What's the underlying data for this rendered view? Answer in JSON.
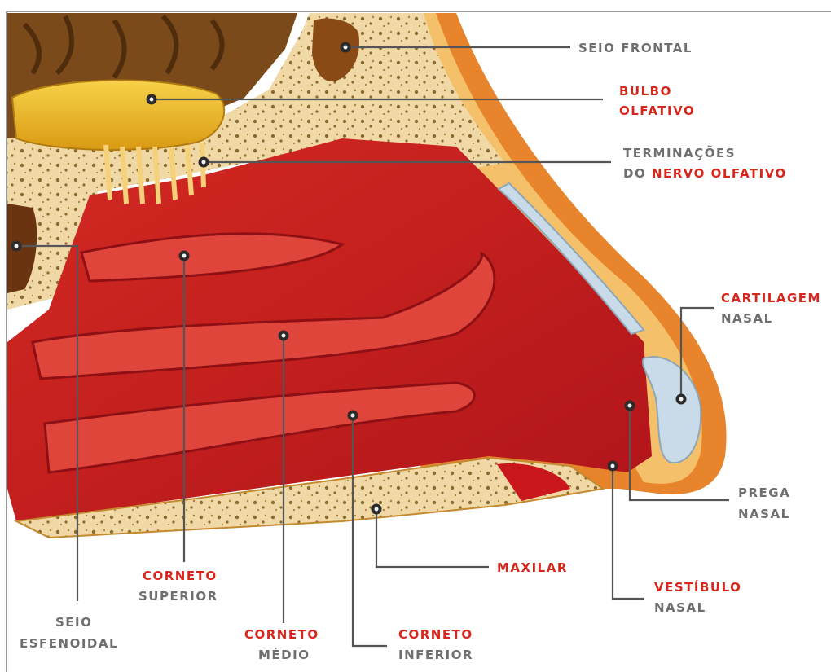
{
  "labels": {
    "seio_frontal": "SEIO FRONTAL",
    "bulbo_l1": "BULBO",
    "bulbo_l2": "OLFATIVO",
    "terminacoes_l1": "TERMINAÇÕES",
    "terminacoes_l2a": "DO ",
    "terminacoes_l2b": "NERVO OLFATIVO",
    "cartilagem_l1": "CARTILAGEM",
    "cartilagem_l2": "NASAL",
    "prega_l1": "PREGA",
    "prega_l2": "NASAL",
    "vestibulo_l1": "VESTÍBULO",
    "vestibulo_l2": "NASAL",
    "maxilar": "MAXILAR",
    "corneto_sup_l1": "CORNETO",
    "corneto_sup_l2": "SUPERIOR",
    "seio_esf_l1": "SEIO",
    "seio_esf_l2": "ESFENOIDAL",
    "corneto_med_l1": "CORNETO",
    "corneto_med_l2": "MÉDIO",
    "corneto_inf_l1": "CORNETO",
    "corneto_inf_l2": "INFERIOR"
  },
  "colors": {
    "label_gray": "#6f6f6f",
    "label_red": "#d9261c",
    "mucosa": "#c9171c",
    "bone": "#f0d9a6",
    "bulb": "#f2b81e",
    "cartilage": "#c9dbe8"
  }
}
